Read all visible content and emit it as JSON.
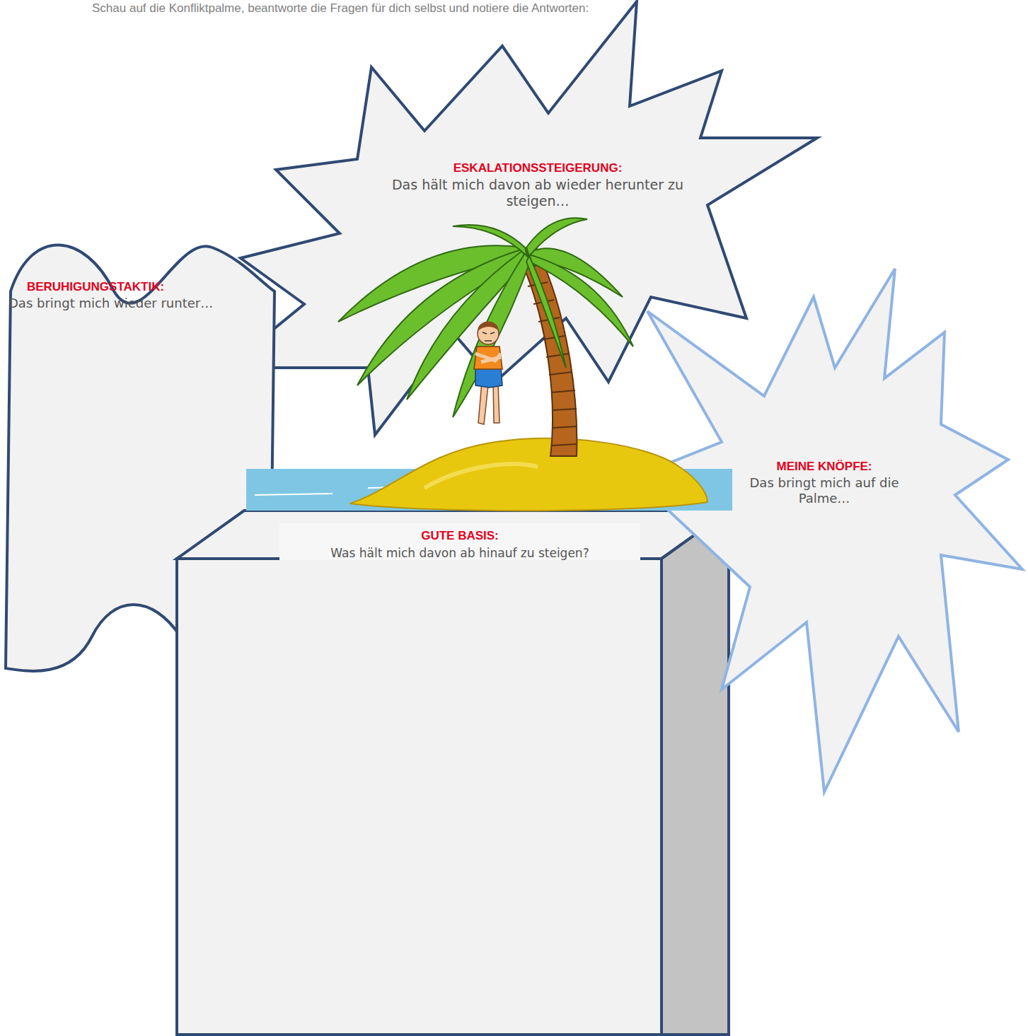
{
  "diagram": {
    "title": "Schau auf die Konfliktpalme, beantworte die Fragen für dich selbst und notiere die Antworten:",
    "nodes": [
      {
        "text": [
          "ESKALATIONSSTEIGERUNG:",
          "Das hält mich davon ab wieder herunter zu steigen…"
        ]
      },
      {
        "text": [
          "BERUHIGUNGSTAKTIK:",
          "Das bringt mich wieder runter…"
        ]
      },
      {
        "text": [
          "MEINE KNÖPFE:",
          "Das bringt mich auf die Palme…"
        ]
      },
      {
        "text": [
          "GUTE BASIS:",
          "Was hält mich davon ab hinauf zu steigen?"
        ]
      }
    ]
  }
}
